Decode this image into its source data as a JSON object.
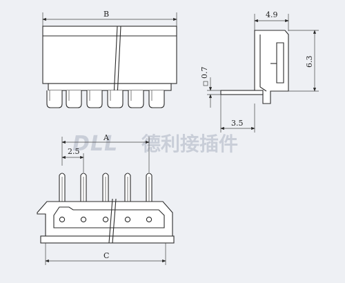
{
  "dimensions": {
    "B": "B",
    "A": "A",
    "C": "C",
    "pitch": "2.5",
    "width_side": "4.9",
    "height_side": "6.3",
    "pin_thickness": "0.7",
    "pin_length": "3.5"
  },
  "watermark": {
    "latin": "DLL",
    "cjk": "德利接插件"
  },
  "front_view": {
    "pin_count": 6
  },
  "bottom_view": {
    "pin_count": 5
  }
}
